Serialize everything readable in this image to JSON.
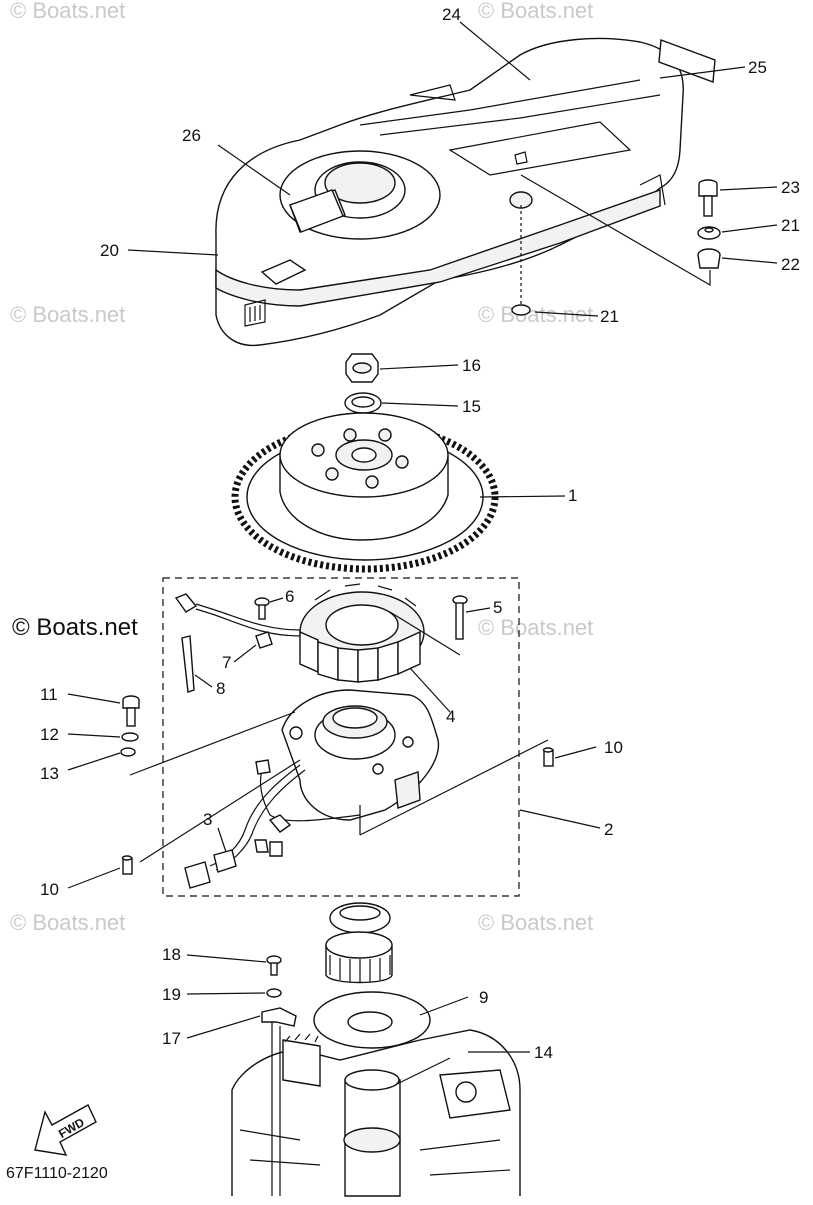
{
  "watermark": "© Boats.net",
  "diagram_code": "67F1110-2120",
  "fwd_label": "FWD",
  "callouts": {
    "c1": "1",
    "c2": "2",
    "c3": "3",
    "c4": "4",
    "c5": "5",
    "c6": "6",
    "c7": "7",
    "c8": "8",
    "c9": "9",
    "c10a": "10",
    "c10b": "10",
    "c11": "11",
    "c12": "12",
    "c13": "13",
    "c14": "14",
    "c15": "15",
    "c16": "16",
    "c17": "17",
    "c18": "18",
    "c19": "19",
    "c20": "20",
    "c21a": "21",
    "c21b": "21",
    "c22": "22",
    "c23": "23",
    "c24": "24",
    "c25": "25",
    "c26": "26"
  }
}
